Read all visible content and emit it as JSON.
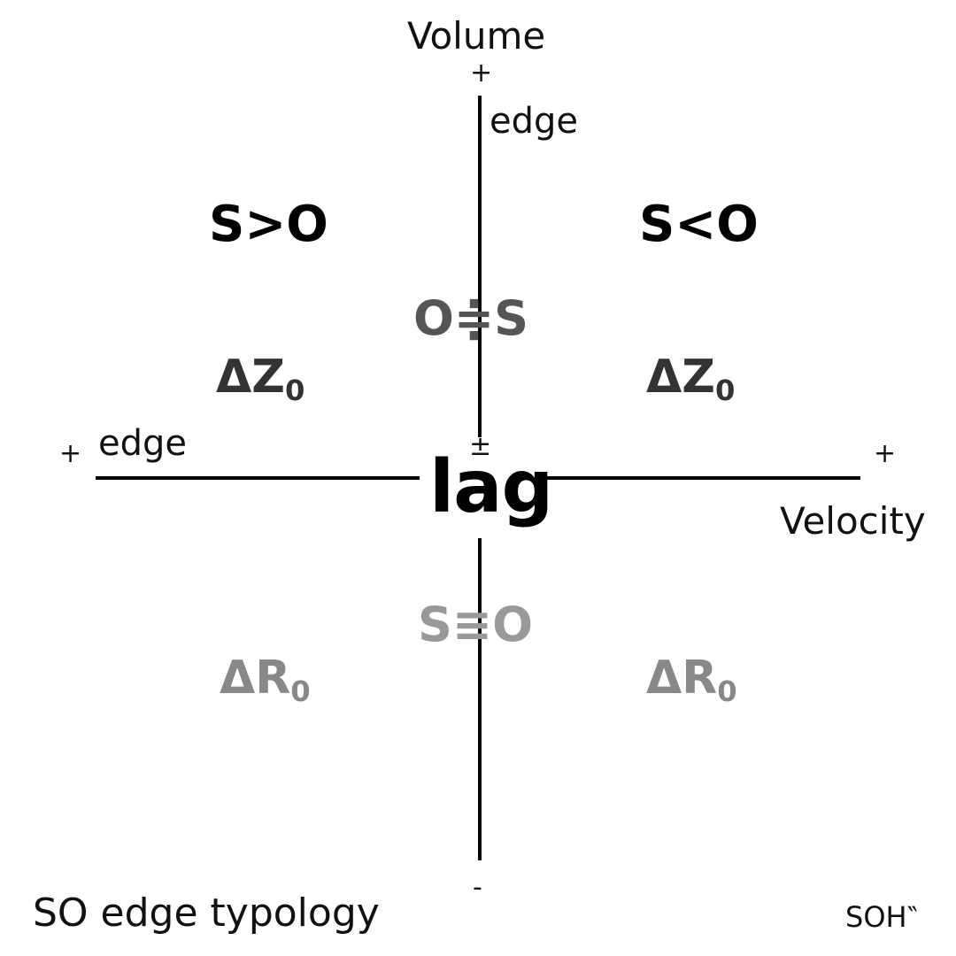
{
  "axes": {
    "vertical": {
      "title": "Volume",
      "top_sign": "+",
      "bottom_sign": "-",
      "center_sign": "±",
      "edge_label": "edge"
    },
    "horizontal": {
      "title": "Velocity",
      "left_sign": "+",
      "right_sign": "+",
      "edge_label": "edge"
    }
  },
  "center_label": "lag",
  "quadrants": {
    "top_left": {
      "relation": "S>O",
      "term": "ΔZ",
      "subscript": "0"
    },
    "top_right": {
      "relation": "S<O",
      "term": "ΔZ",
      "subscript": "0"
    },
    "bottom_left": {
      "term": "ΔR",
      "subscript": "0"
    },
    "bottom_right": {
      "term": "ΔR",
      "subscript": "0"
    }
  },
  "axis_labels": {
    "upper": "O≑S",
    "lower": "S≡O"
  },
  "footer": {
    "title": "SO edge typology",
    "mark": "SOH‶"
  },
  "colors": {
    "axis_line": "#000000",
    "relation_text": "#000000",
    "upper_mid_text": "#555555",
    "delta_z_text": "#333333",
    "delta_r_text": "#888888",
    "lower_mid_text": "#999999"
  }
}
